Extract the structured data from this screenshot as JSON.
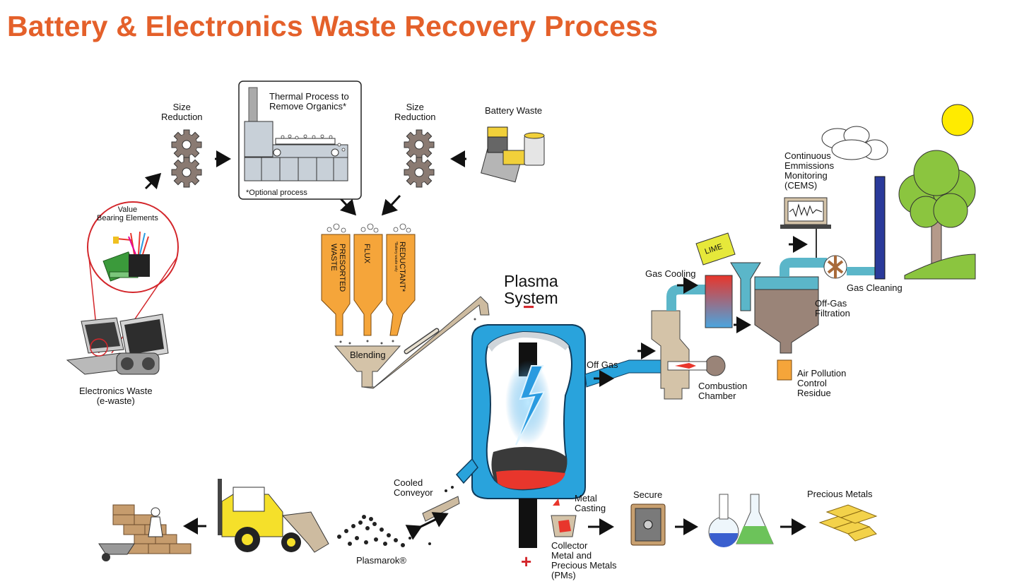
{
  "title": "Battery & Electronics Waste Recovery Process",
  "labels": {
    "size_reduction_left": [
      "Size",
      "Reduction"
    ],
    "thermal_process": [
      "Thermal Process to",
      "Remove Organics*"
    ],
    "optional_process": "*Optional process",
    "size_reduction_right": [
      "Size",
      "Reduction"
    ],
    "battery_waste": "Battery Waste",
    "value_bearing": [
      "Value",
      "Bearing Elements"
    ],
    "electronics_waste": [
      "Electronics Waste",
      "(e-waste)"
    ],
    "silo_presorted": [
      "PRESORTED",
      "WASTE"
    ],
    "silo_flux": "FLUX",
    "silo_reductant": "REDUCTANT*",
    "silo_reductant_note": "*Battery waste only",
    "blending": "Blending",
    "plasma_system": [
      "Plasma",
      "System"
    ],
    "off_gas": "Off Gas",
    "combustion_chamber": [
      "Combustion",
      "Chamber"
    ],
    "gas_cooling": "Gas Cooling",
    "lime": "LIME",
    "off_gas_filtration": [
      "Off-Gas",
      "Filtration"
    ],
    "air_pollution": [
      "Air Pollution",
      "Control",
      "Residue"
    ],
    "cems": [
      "Continuous",
      "Emmissions",
      "Monitoring",
      "(CEMS)"
    ],
    "gas_cleaning": "Gas Cleaning",
    "cooled_conveyor": [
      "Cooled",
      "Conveyor"
    ],
    "plasmarok": "Plasmarok®",
    "metal_casting": [
      "Metal",
      "Casting"
    ],
    "collector": [
      "Collector",
      "Metal and",
      "Precious Metals",
      "(PMs)"
    ],
    "secure": "Secure",
    "precious_metals": "Precious Metals",
    "minus": "−",
    "plus": "+"
  },
  "colors": {
    "title": "#e4602a",
    "silo": "#f5a53a",
    "vessel": "#29a3dc",
    "slag": "#3a3a3a",
    "metal": "#e8362c",
    "gear": "#8a7a72",
    "conveyor": "#cdbba0",
    "pipe": "#5bb6c9",
    "lime": "#e6e83a",
    "sun": "#ffeb00",
    "tree": "#8bc53f"
  }
}
